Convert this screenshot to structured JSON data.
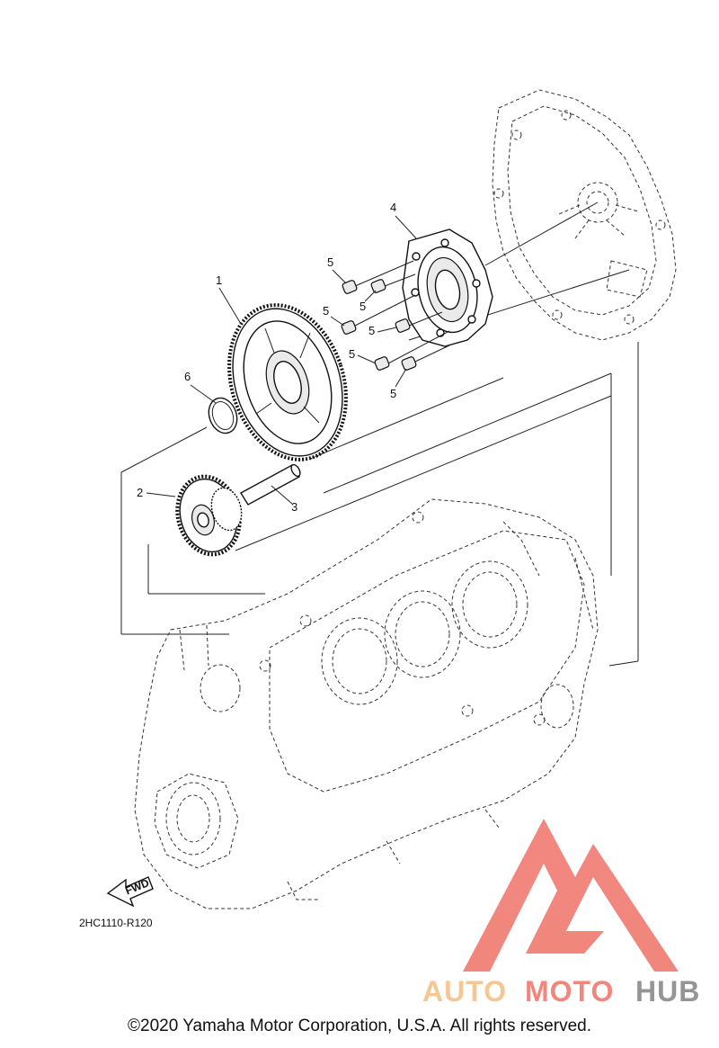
{
  "callouts": [
    "1",
    "2",
    "3",
    "4",
    "5",
    "5",
    "5",
    "5",
    "5",
    "5",
    "6"
  ],
  "fwd_label": "FWD",
  "diagram_code": "2HC1110-R120",
  "copyright": "©2020 Yamaha Motor Corporation, U.S.A. All rights reserved.",
  "watermark": {
    "part1": "AUTO",
    "part2": "MOTO",
    "part3": "HUB",
    "color_light": "#f5c28a",
    "color_red": "#f07a70",
    "color_grey": "#8a8a8a"
  }
}
